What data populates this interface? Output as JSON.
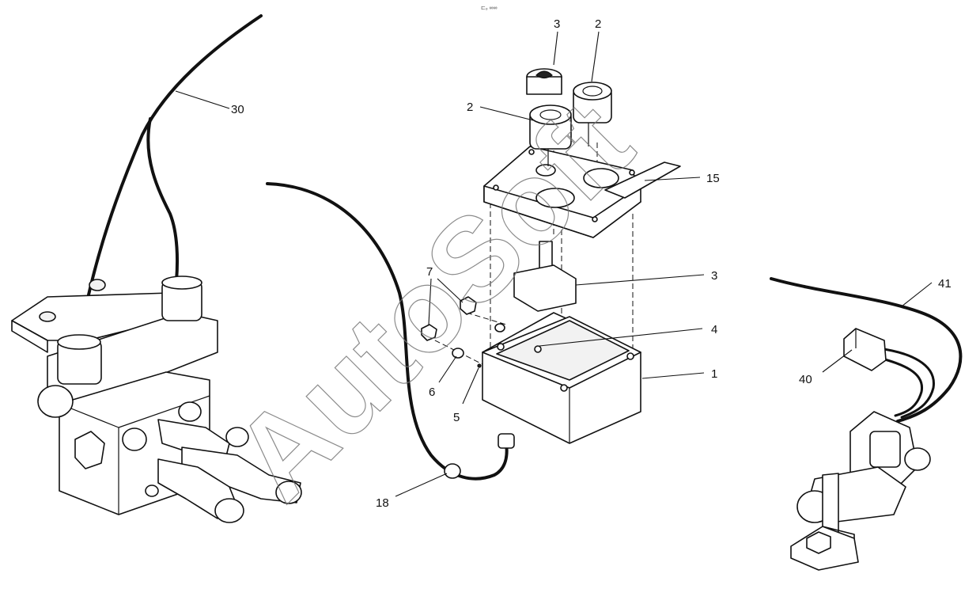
{
  "watermark": "AutoSoft",
  "top_mark": "⊏ₒ ∞∞",
  "callouts": {
    "c30": "30",
    "c3_top": "3",
    "c2_right": "2",
    "c2_left": "2",
    "c15": "15",
    "c3_mid": "3",
    "c7": "7",
    "c4": "4",
    "c1": "1",
    "c6": "6",
    "c5": "5",
    "c18": "18",
    "c41": "41",
    "c40": "40"
  }
}
